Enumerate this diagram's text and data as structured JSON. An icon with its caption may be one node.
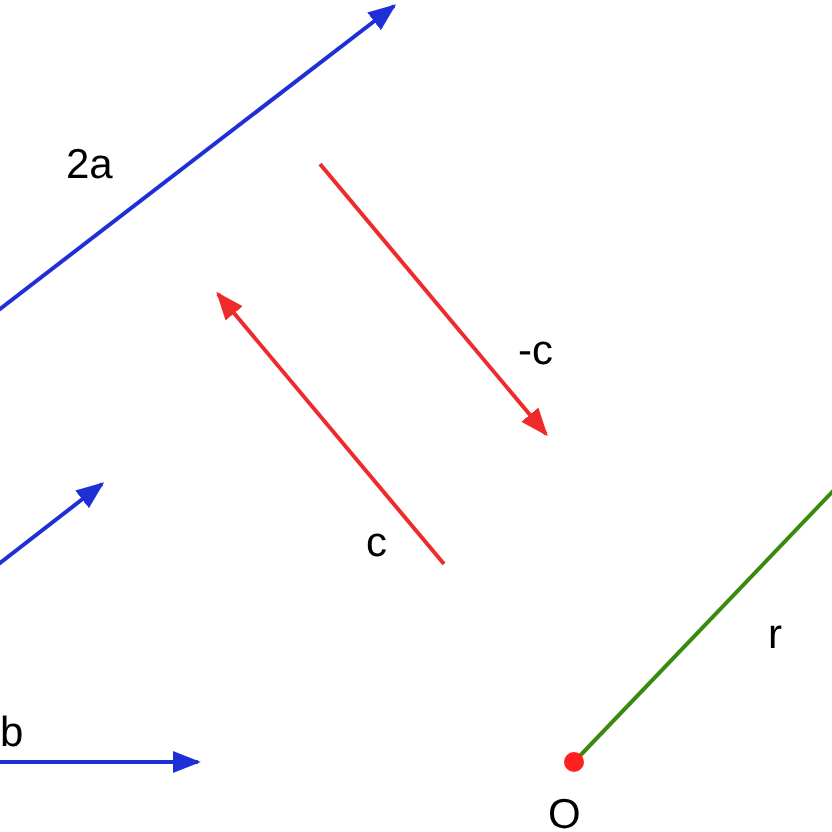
{
  "diagram": {
    "labels": [
      "2a",
      "-c",
      "c",
      "r",
      "b",
      "O"
    ]
  }
}
